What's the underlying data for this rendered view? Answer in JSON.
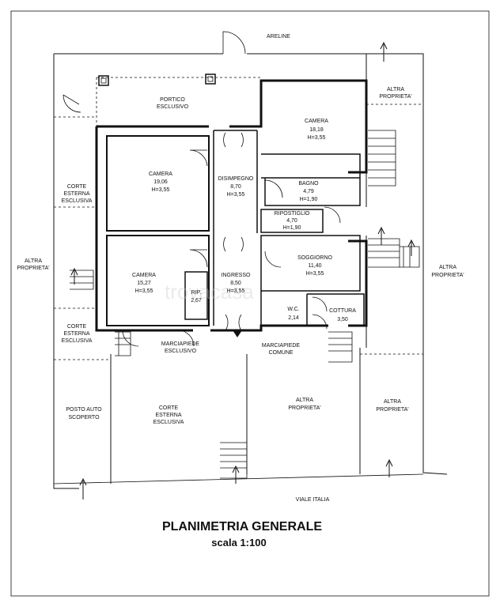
{
  "plan": {
    "title": "PLANIMETRIA GENERALE",
    "scale": "scala 1:100",
    "street_top": "ARELINE",
    "street_bottom": "VIALE ITALIA",
    "watermark": "trovacasa",
    "rooms": {
      "portico": [
        "PORTICO",
        "ESCLUSIVO"
      ],
      "camera_tr": [
        "CAMERA",
        "18,18",
        "H=3,55"
      ],
      "camera_l": [
        "CAMERA",
        "19,06",
        "H=3,55"
      ],
      "disimpegno": [
        "DISIMPEGNO",
        "8,70",
        "H=3,55"
      ],
      "bagno": [
        "BAGNO",
        "4,79",
        "H=1,90"
      ],
      "ripostiglio": [
        "RIPOSTIGLIO",
        "4,70",
        "H=1,90"
      ],
      "camera_bl": [
        "CAMERA",
        "15,27",
        "H=3,55"
      ],
      "rip": [
        "RIP.",
        "2,67"
      ],
      "ingresso": [
        "INGRESSO",
        "8,50",
        "H=3,55"
      ],
      "soggiorno": [
        "SOGGIORNO",
        "11,40",
        "H=3,55"
      ],
      "wc": [
        "W.C.",
        "2,14"
      ],
      "cottura": [
        "COTTURA",
        "3,50"
      ]
    },
    "areas": {
      "altra_tr": [
        "ALTRA",
        "PROPRIETA'"
      ],
      "corte_top": [
        "CORTE",
        "ESTERNA",
        "ESCLUSIVA"
      ],
      "altra_l": [
        "ALTRA",
        "PROPRIETA'"
      ],
      "altra_r": [
        "ALTRA",
        "PROPRIETA'"
      ],
      "corte_mid": [
        "CORTE",
        "ESTERNA",
        "ESCLUSIVA"
      ],
      "marciapiede_esc": [
        "MARCIAPIEDE",
        "ESCLUSIVO"
      ],
      "marciapiede_com": [
        "MARCIAPIEDE",
        "COMUNE"
      ],
      "posto_auto": [
        "POSTO AUTO",
        "SCOPERTO"
      ],
      "corte_bottom": [
        "CORTE",
        "ESTERNA",
        "ESCLUSIVA"
      ],
      "altra_mid": [
        "ALTRA",
        "PROPRIETA'"
      ],
      "altra_br": [
        "ALTRA",
        "PROPRIETA'"
      ]
    }
  }
}
